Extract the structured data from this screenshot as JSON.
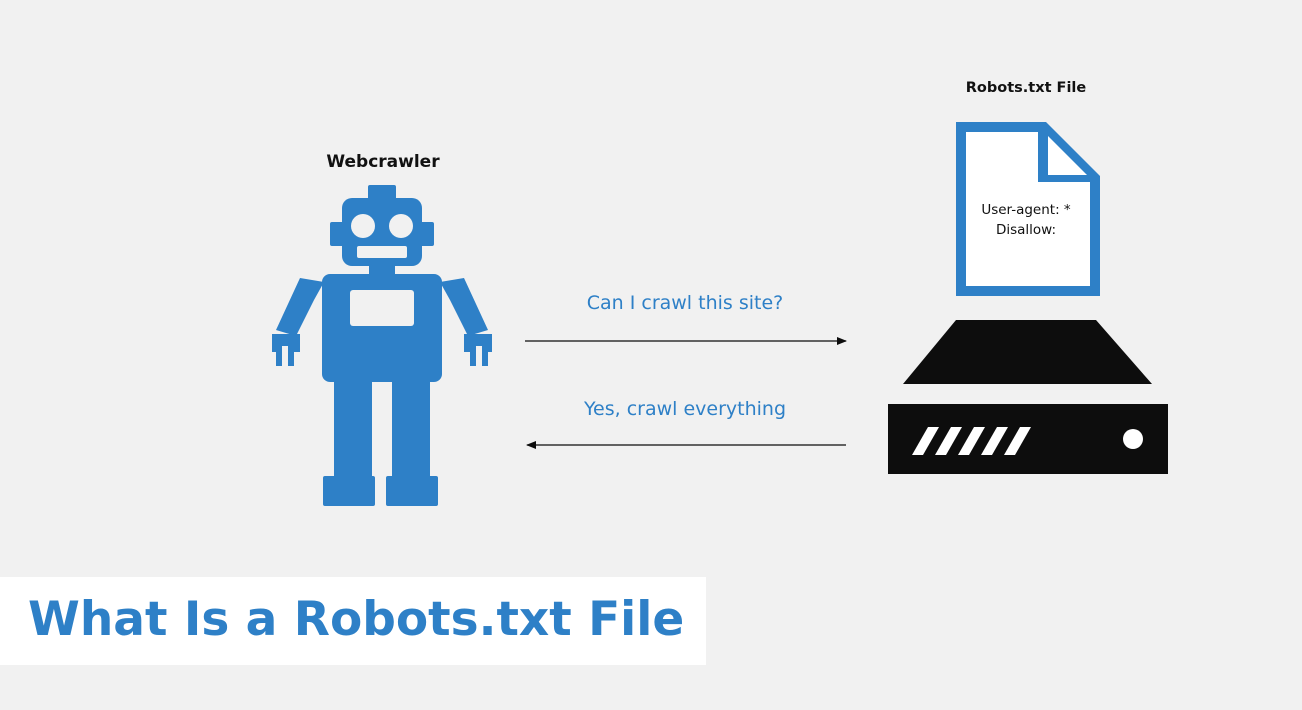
{
  "crawler": {
    "label": "Webcrawler"
  },
  "robots_file": {
    "label": "Robots.txt File",
    "lines": [
      "User-agent: *",
      "Disallow:"
    ]
  },
  "messages": {
    "request": "Can I crawl this site?",
    "response": "Yes, crawl everything"
  },
  "title": "What Is a Robots.txt File",
  "colors": {
    "accent": "#2e80c7",
    "dark": "#0d0d0d",
    "background": "#f1f1f1",
    "title_box": "#ffffff"
  },
  "icons": {
    "crawler": "robot-icon",
    "file": "document-icon",
    "server": "server-icon"
  }
}
